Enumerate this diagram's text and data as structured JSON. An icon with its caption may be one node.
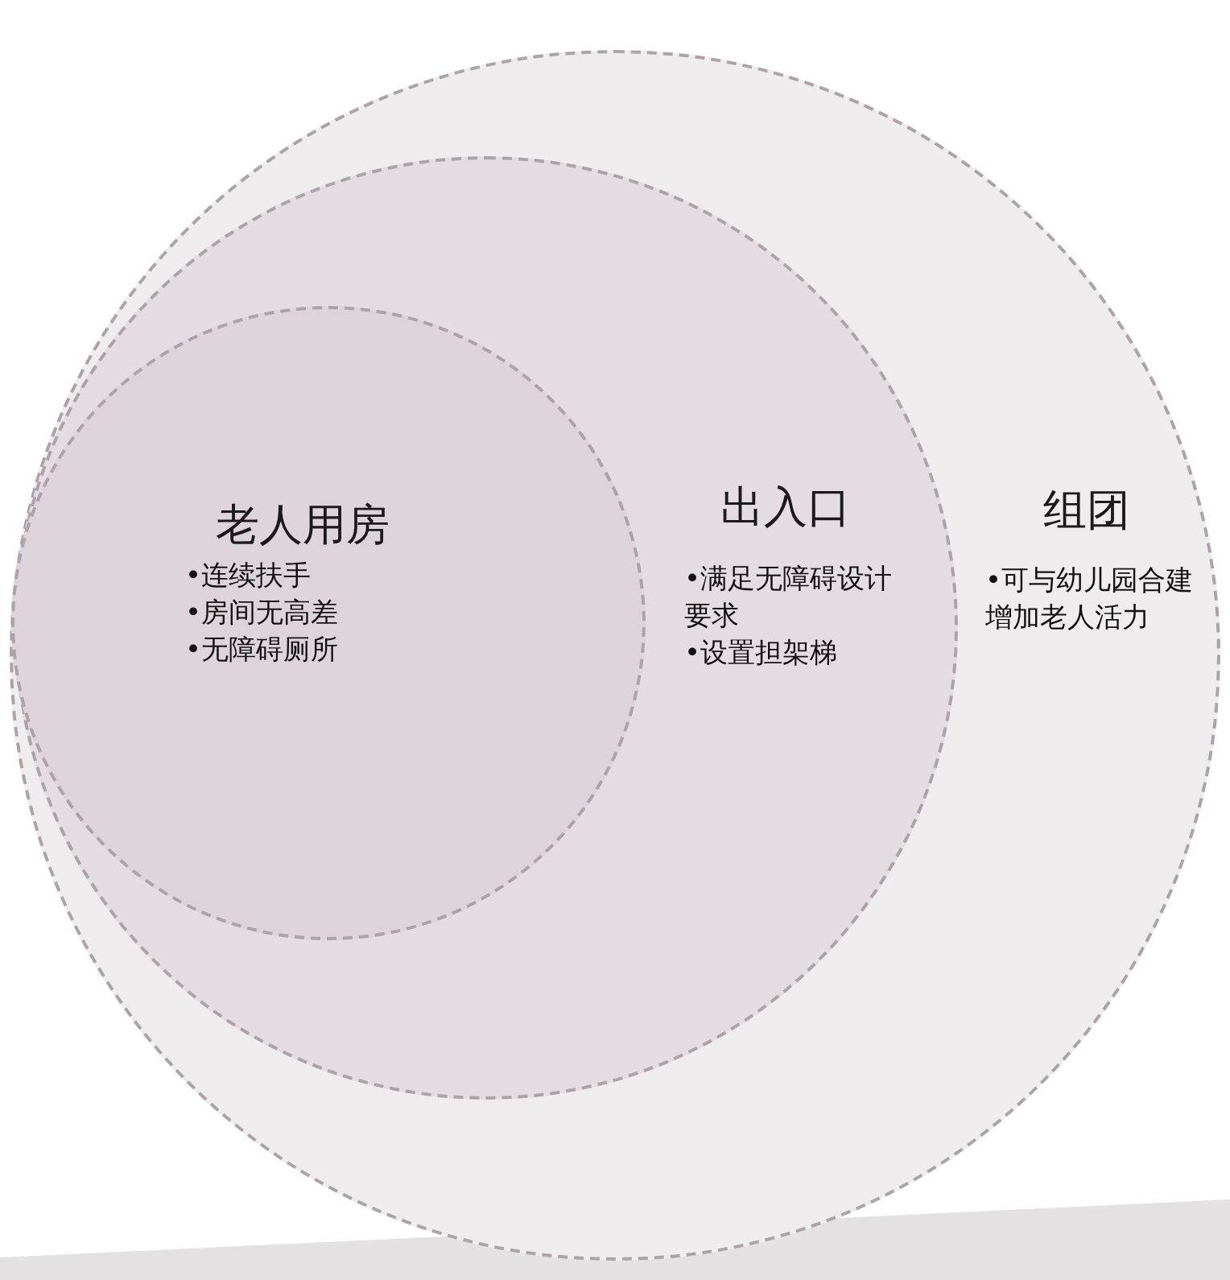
{
  "diagram": {
    "nodes": [
      {
        "text": [
          "组团",
          "•可与幼儿园合建增加老人活力"
        ]
      },
      {
        "text": [
          "出入口",
          "•满足无障碍设计要求",
          "•设置担架梯"
        ],
        "in": 0
      },
      {
        "text": [
          "老人用房",
          "•连续扶手",
          "•房间无高差",
          "•无障碍厕所"
        ],
        "in": 1
      },
      {
        "text": [],
        "shape": "band"
      }
    ]
  }
}
